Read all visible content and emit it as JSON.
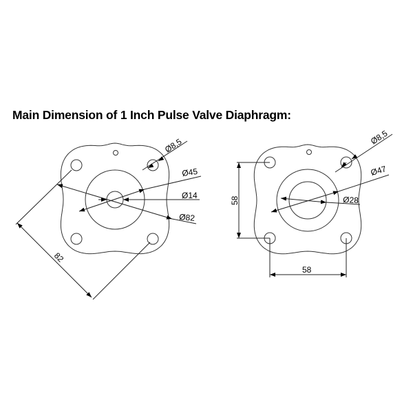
{
  "title": "Main Dimension of 1 Inch Pulse Valve Diaphragm:",
  "left": {
    "hole": "Ø8,5",
    "inner_ring": "Ø45",
    "center_hole": "Ø14",
    "outer": "Ø82",
    "hole_spacing": "82"
  },
  "right": {
    "hole": "Ø8,5",
    "outer_ring": "Ø47",
    "center_hole": "Ø28",
    "vertical_spacing": "58",
    "horizontal_spacing": "58"
  }
}
